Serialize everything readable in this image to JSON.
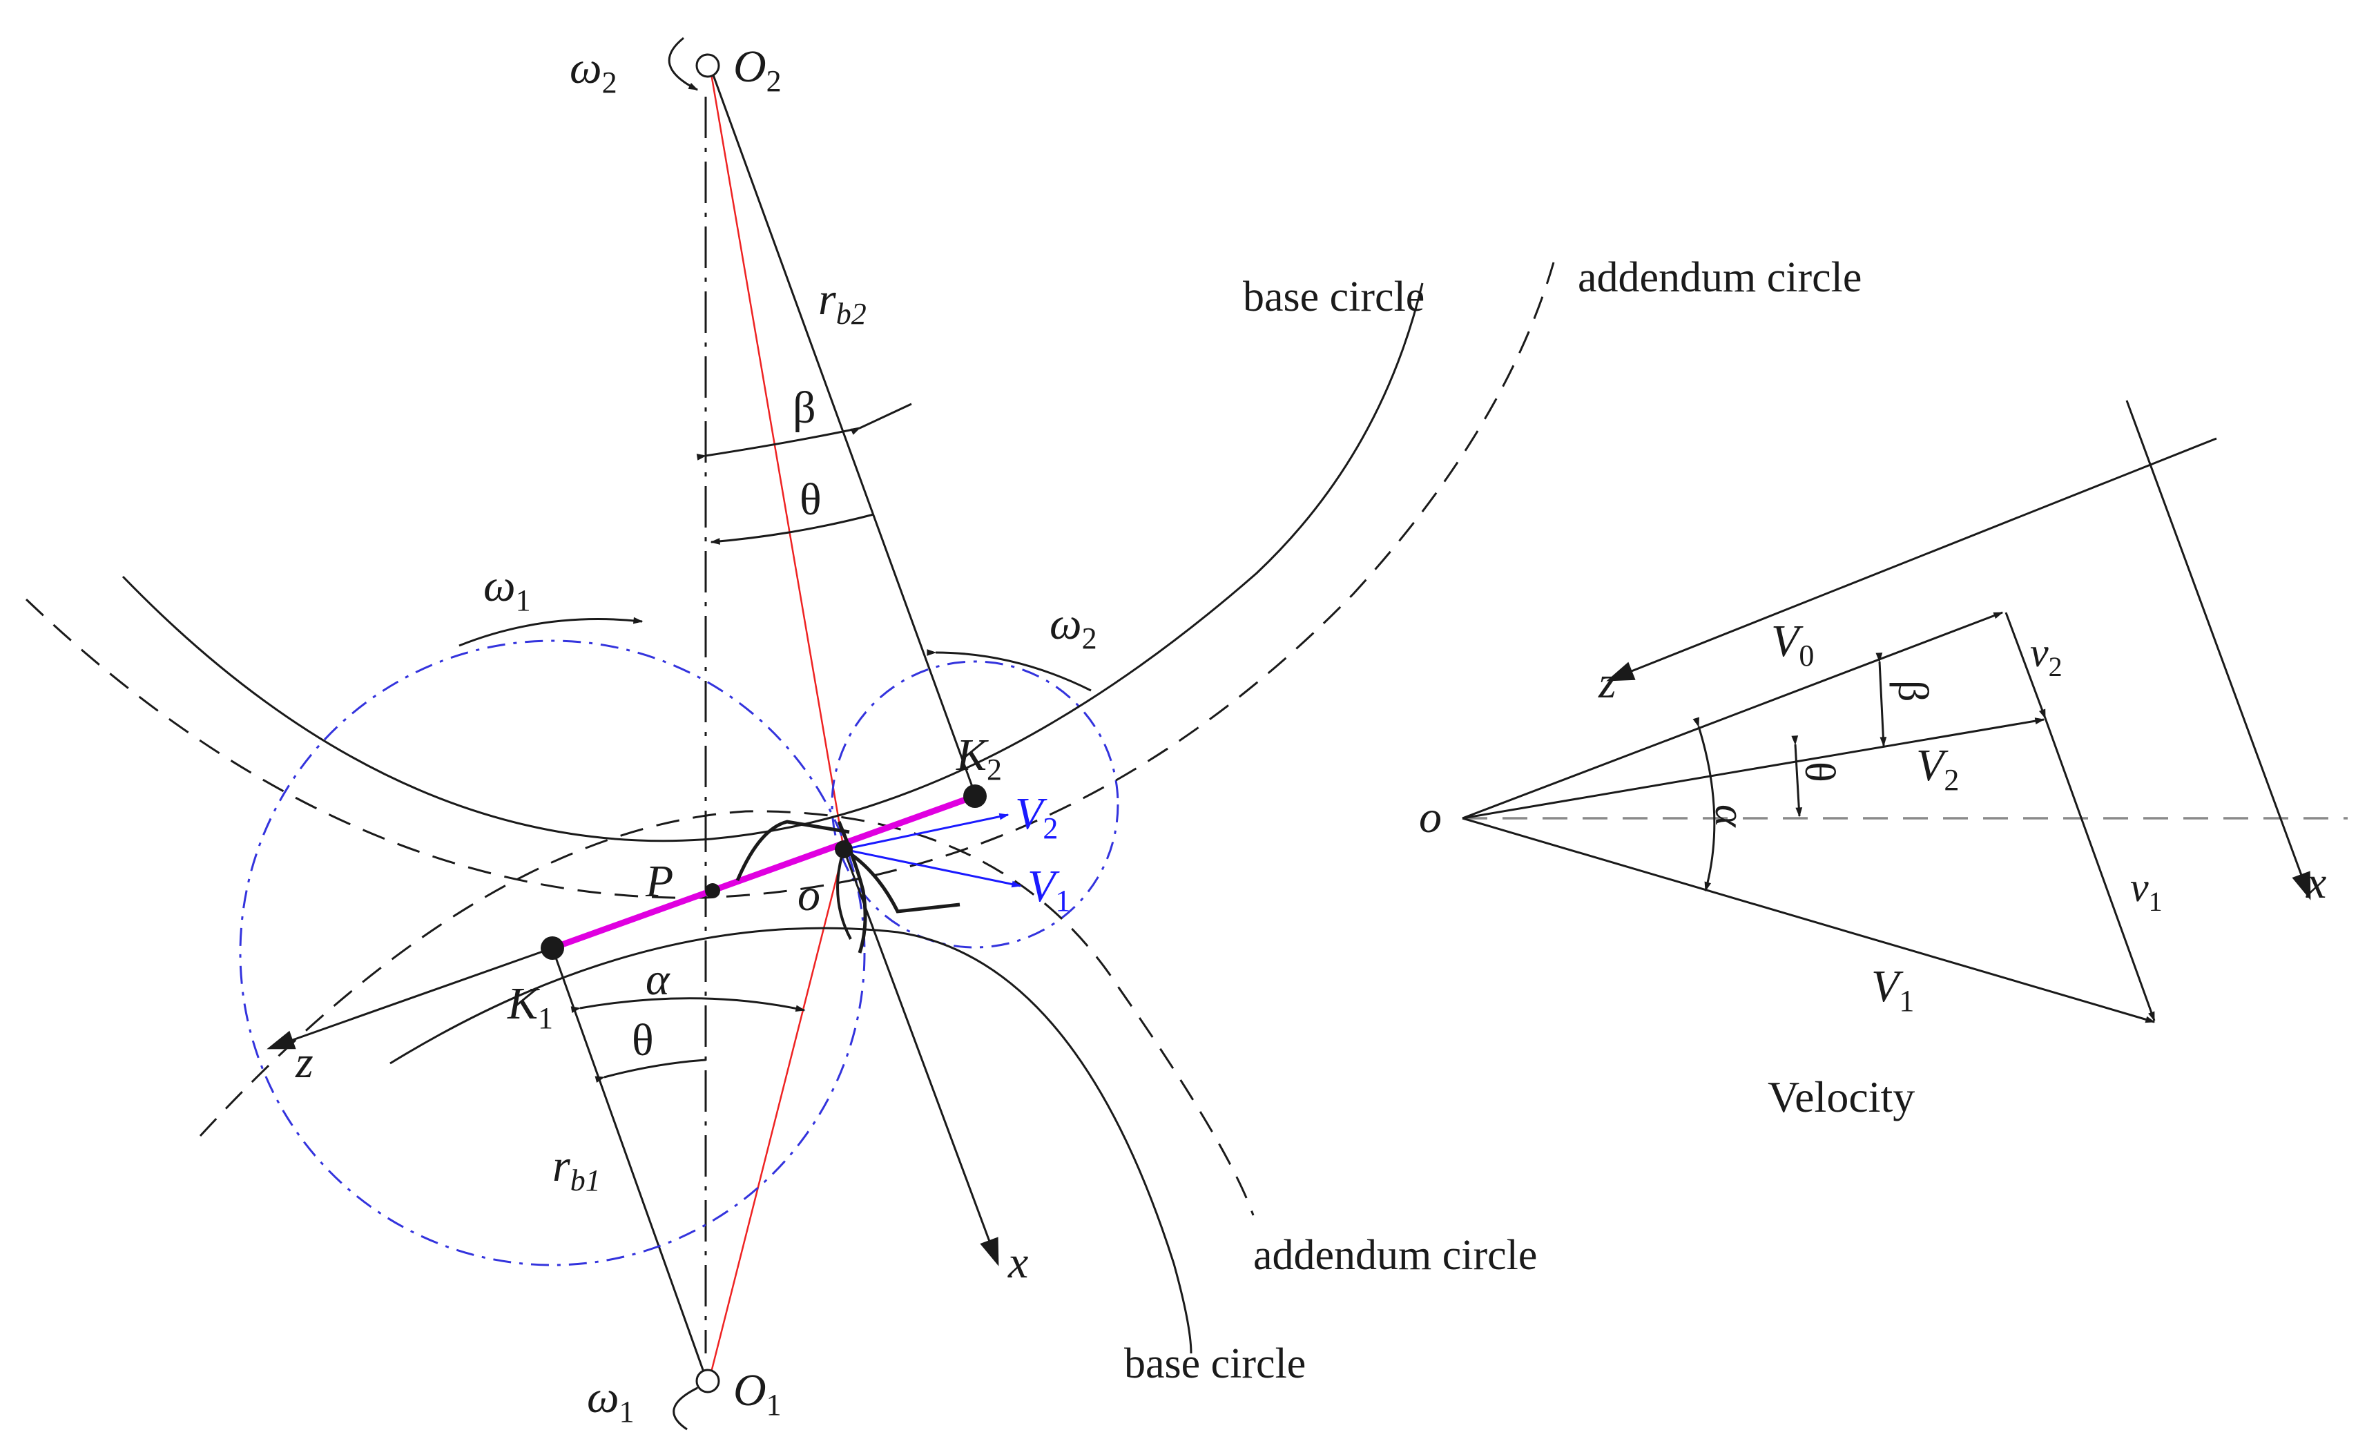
{
  "left_figure": {
    "centers": {
      "o2": "O",
      "o2_sub": "2",
      "o1": "O",
      "o1_sub": "1"
    },
    "omega": {
      "sym": "ω",
      "sub1": "1",
      "sub2": "2"
    },
    "radii": {
      "r": "r",
      "rb2_sub": "b2",
      "rb1_sub": "b1"
    },
    "angles": {
      "beta": "β",
      "theta": "θ",
      "alpha": "α"
    },
    "points": {
      "P": "P",
      "o": "o",
      "K": "K",
      "K1_sub": "1",
      "K2_sub": "2"
    },
    "velocities": {
      "V": "V",
      "V1_sub": "1",
      "V2_sub": "2"
    },
    "axes": {
      "z": "z",
      "x": "x"
    },
    "curves": {
      "base_circle_top": "base circle",
      "addendum_circle_top": "addendum circle",
      "addendum_circle_bottom": "addendum circle",
      "base_circle_bottom": "base circle"
    }
  },
  "velocity_figure": {
    "title": "Velocity",
    "origin": "o",
    "V0": "V",
    "V0_sub": "0",
    "V1": "V",
    "V1_sub": "1",
    "V2": "V",
    "V2_sub": "2",
    "v": "v",
    "v1_sub": "1",
    "v2_sub": "2",
    "beta": "β",
    "theta": "θ",
    "alpha": "α",
    "z": "z",
    "x": "x"
  }
}
